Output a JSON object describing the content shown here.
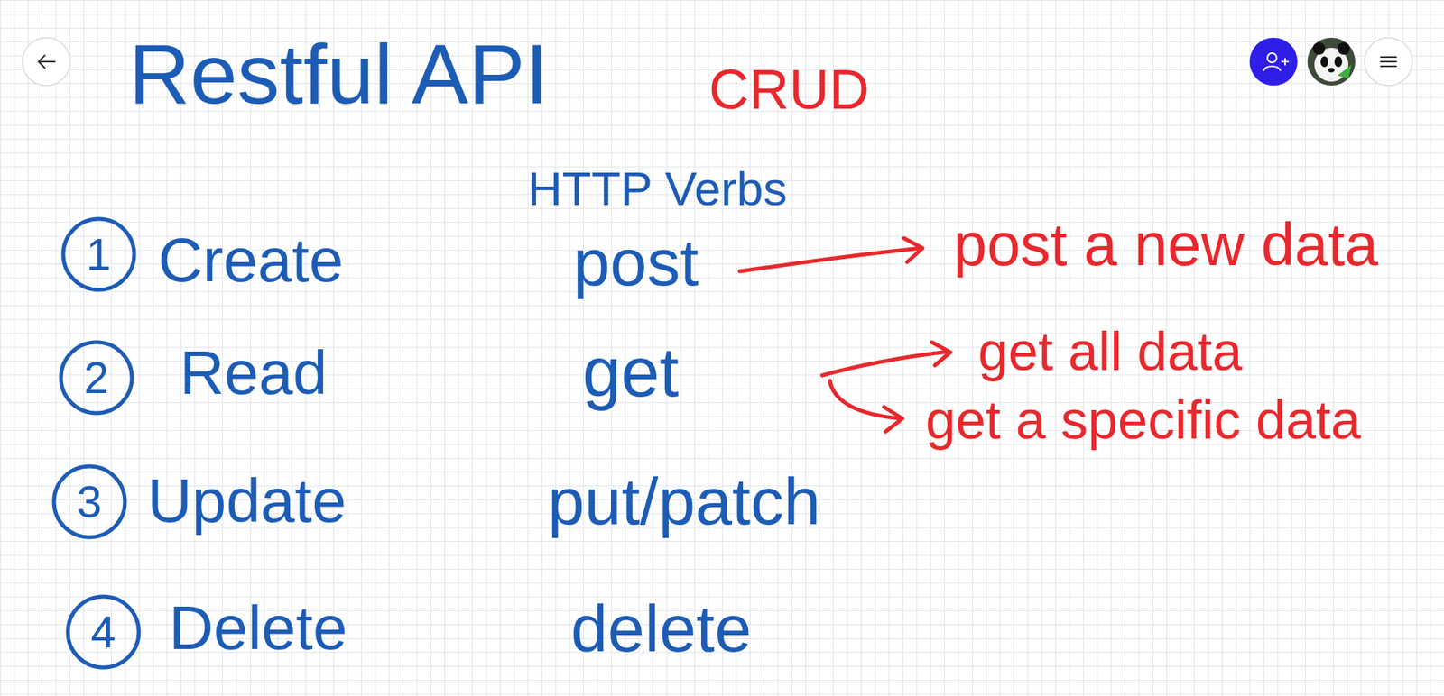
{
  "diagram": {
    "title": "Restful API",
    "nodes": [
      {
        "text": [
          "1"
        ]
      },
      {
        "text": [
          "2"
        ]
      },
      {
        "text": [
          "3"
        ]
      },
      {
        "text": [
          "4"
        ]
      }
    ],
    "labels": [
      "CRUD",
      "HTTP Verbs",
      "Create",
      "post",
      "post a new data",
      "Read",
      "get",
      "get all data",
      "get a specific data",
      "Update",
      "put/patch",
      "Delete",
      "delete"
    ]
  }
}
